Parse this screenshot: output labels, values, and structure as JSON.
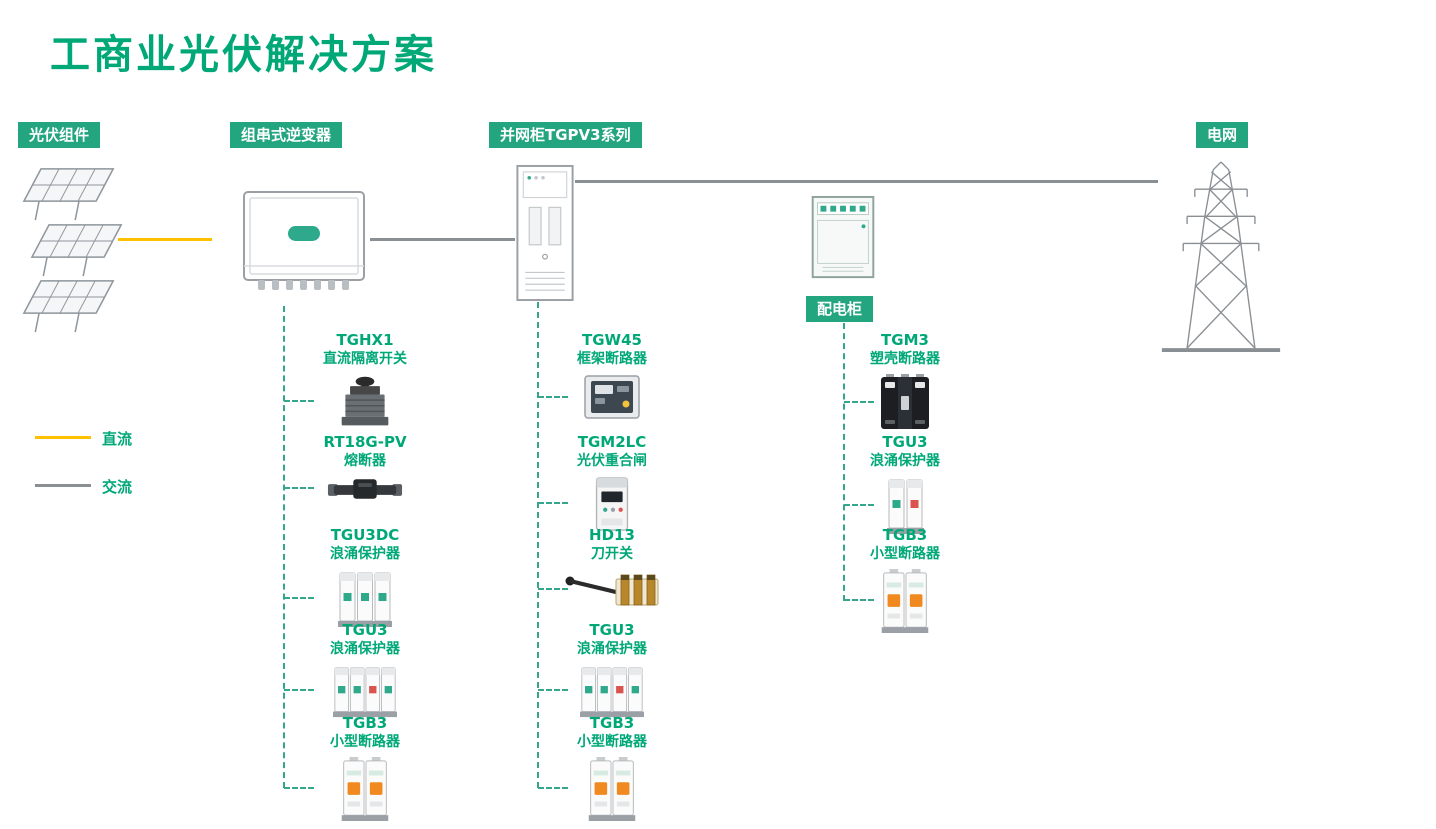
{
  "title": "工商业光伏解决方案",
  "badges": {
    "pv": "光伏组件",
    "inverter": "组串式逆变器",
    "grid_cabinet": "并网柜TGPV3系列",
    "grid": "电网",
    "dist_cabinet": "配电柜"
  },
  "legend": {
    "dc_label": "直流",
    "ac_label": "交流",
    "dc_color": "#ffc000",
    "ac_color": "#8a8f94"
  },
  "colors": {
    "brand_green": "#00a878",
    "badge_green": "#23a57f",
    "dashed_line_green": "#35a58b"
  },
  "columns": [
    {
      "name": "inverter-column",
      "items": [
        {
          "model": "TGHX1",
          "desc": "直流隔离开关"
        },
        {
          "model": "RT18G-PV",
          "desc": "熔断器"
        },
        {
          "model": "TGU3DC",
          "desc": "浪涌保护器"
        },
        {
          "model": "TGU3",
          "desc": "浪涌保护器"
        },
        {
          "model": "TGB3",
          "desc": "小型断路器"
        }
      ]
    },
    {
      "name": "grid-cabinet-column",
      "items": [
        {
          "model": "TGW45",
          "desc": "框架断路器"
        },
        {
          "model": "TGM2LC",
          "desc": "光伏重合闸"
        },
        {
          "model": "HD13",
          "desc": "刀开关"
        },
        {
          "model": "TGU3",
          "desc": "浪涌保护器"
        },
        {
          "model": "TGB3",
          "desc": "小型断路器"
        }
      ]
    },
    {
      "name": "dist-cabinet-column",
      "items": [
        {
          "model": "TGM3",
          "desc": "塑壳断路器"
        },
        {
          "model": "TGU3",
          "desc": "浪涌保护器"
        },
        {
          "model": "TGB3",
          "desc": "小型断路器"
        }
      ]
    }
  ]
}
